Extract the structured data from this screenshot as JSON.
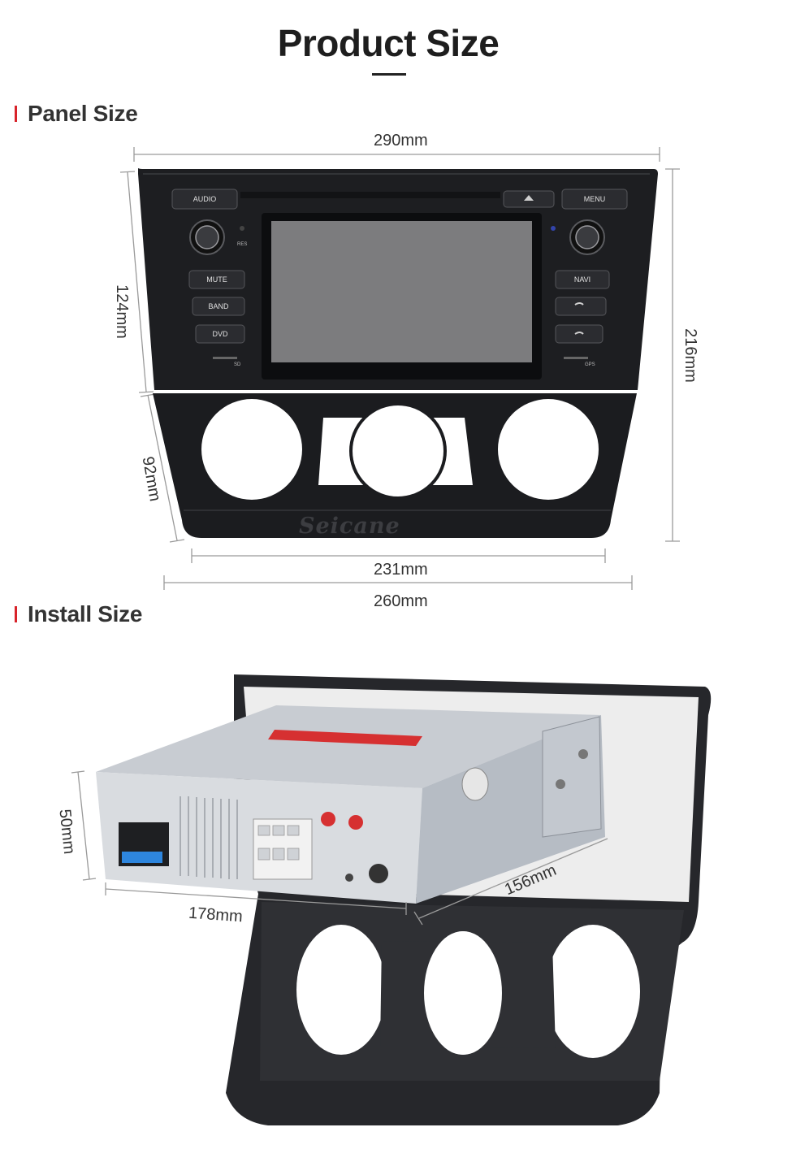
{
  "title": "Product Size",
  "panel": {
    "heading": "Panel Size",
    "width_top": "290mm",
    "width_bottom_inner": "231mm",
    "width_bottom_outer": "260mm",
    "height_upper": "124mm",
    "height_lower": "92mm",
    "height_total": "216mm",
    "buttons": {
      "audio": "AUDIO",
      "menu": "MENU",
      "mute": "MUTE",
      "band": "BAND",
      "dvd": "DVD",
      "navi": "NAVI",
      "res": "RES",
      "sd": "SD",
      "gps": "GPS"
    },
    "brand": "Seicane"
  },
  "install": {
    "heading": "Install Size",
    "height": "50mm",
    "width": "178mm",
    "depth": "156mm"
  }
}
